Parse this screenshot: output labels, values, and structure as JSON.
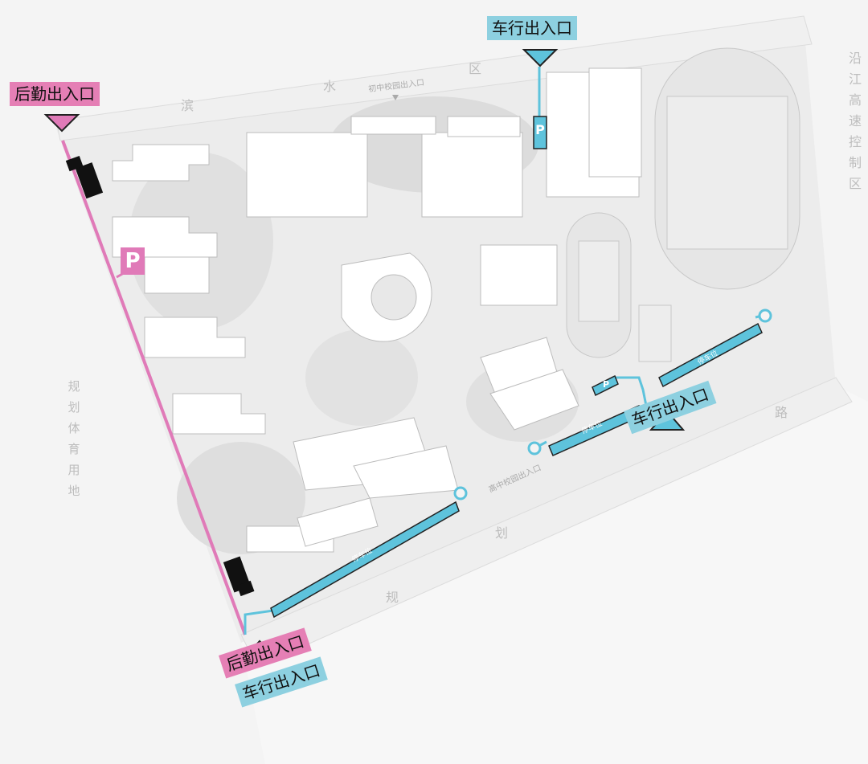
{
  "colors": {
    "logistics": "#e07ab8",
    "vehicle": "#5ec3dc",
    "background": "#f4f4f4",
    "building": "#ffffff",
    "building_outline": "#bcbcbc",
    "green": "#d9d9d9"
  },
  "labels": {
    "logistics_entrance": "后勤出入口",
    "vehicle_entrance": "车行出入口",
    "parking_symbol": "P",
    "parking_slots": "停车位"
  },
  "roads": {
    "north_road": [
      "滨",
      "水",
      "区"
    ],
    "east_zone": "沿江高速控制区",
    "west_zone": "规划体育用地",
    "south_road": [
      "规",
      "划",
      "路"
    ]
  },
  "gates": {
    "junior_gate": "初中校园出入口",
    "senior_gate": "高中校园出入口"
  }
}
